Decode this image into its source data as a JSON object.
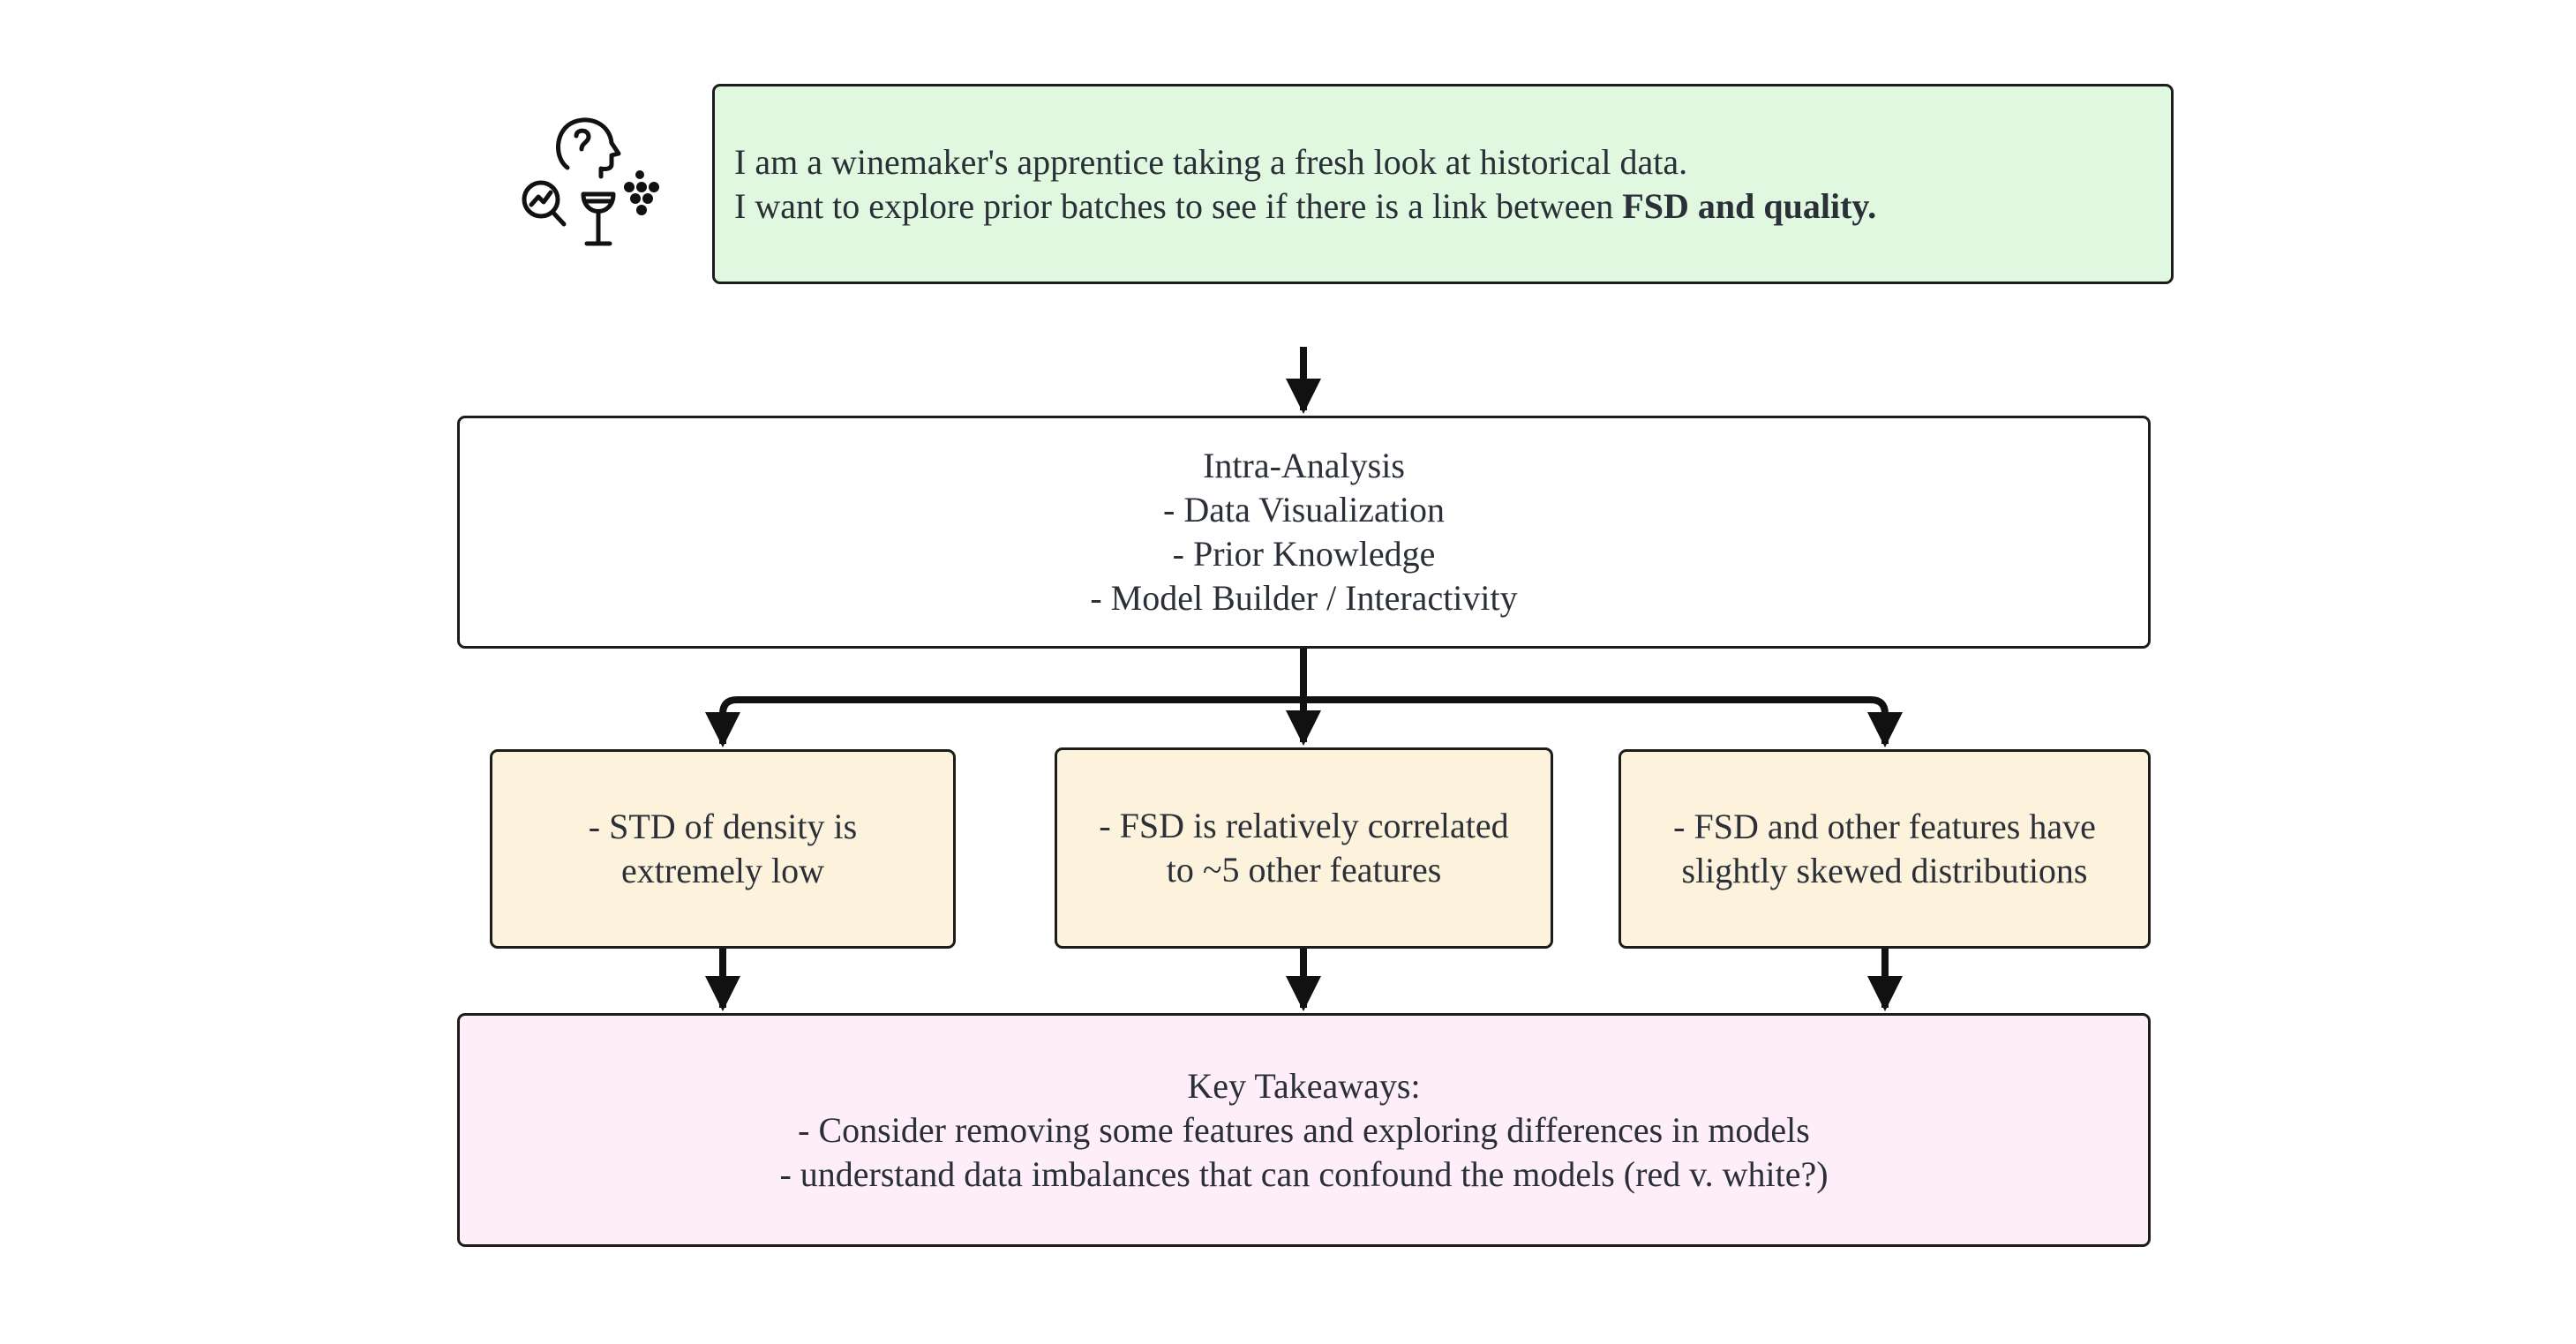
{
  "persona": {
    "icon": "analyst-wine-persona-icon"
  },
  "story": {
    "line1": "I am a winemaker's apprentice taking a fresh look at historical data.",
    "line2_prefix": "I want to explore prior batches to see if there is a link between ",
    "line2_bold": "FSD and quality."
  },
  "analysis": {
    "title": "Intra-Analysis",
    "items": [
      "- Data Visualization",
      "- Prior Knowledge",
      "- Model Builder / Interactivity"
    ]
  },
  "findings": [
    {
      "line1": "- STD of density is",
      "line2": "extremely low"
    },
    {
      "line1": "- FSD is relatively correlated",
      "line2": "to ~5 other features"
    },
    {
      "line1": "- FSD and other features have",
      "line2": "slightly skewed distributions"
    }
  ],
  "takeaways": {
    "title": "Key Takeaways:",
    "items": [
      "- Consider removing some features and exploring differences in models",
      "- understand data imbalances that can confound the models (red v. white?)"
    ]
  },
  "colors": {
    "story_bg": "#e0f8e0",
    "finding_bg": "#fdf3dc",
    "takeaways_bg": "#fdeef8",
    "border": "#1c1c1c",
    "text": "#2b2f38"
  }
}
